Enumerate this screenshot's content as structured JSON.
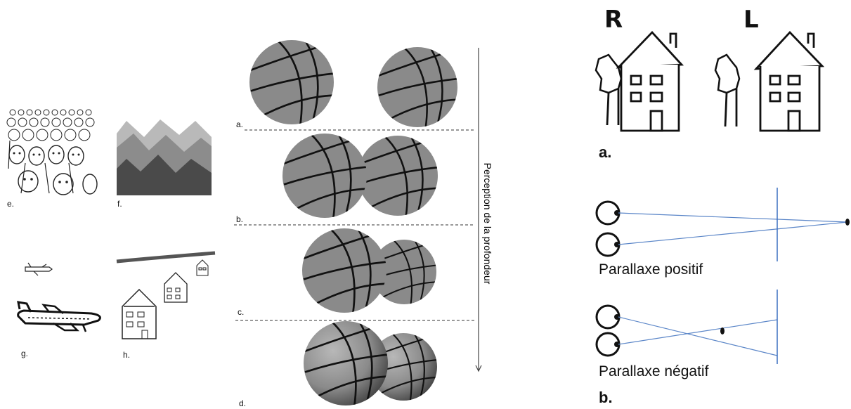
{
  "panel_labels": {
    "e": "e.",
    "f": "f.",
    "g": "g.",
    "h": "h.",
    "a_mid": "a.",
    "b_mid": "b.",
    "c_mid": "c.",
    "d_mid": "d.",
    "a_right": "a.",
    "b_right": "b."
  },
  "eye_labels": {
    "right": "R",
    "left": "L"
  },
  "axis_label": "Perception de la profondeur",
  "parallax": {
    "positive": "Parallaxe positif",
    "negative": "Parallaxe négatif"
  },
  "colors": {
    "ball": "#8a8a8a",
    "seam": "#111111",
    "ray": "#5b86c8",
    "line": "#3a6fc0"
  }
}
